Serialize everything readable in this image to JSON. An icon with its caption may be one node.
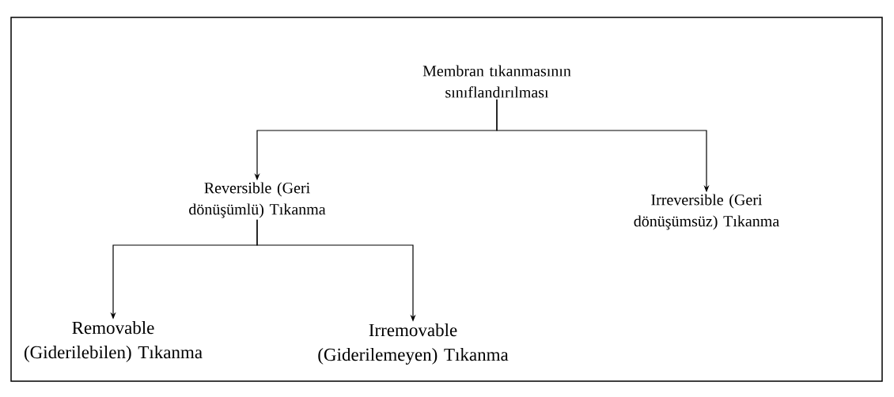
{
  "diagram": {
    "nodes": [
      {
        "text": [
          "Membran tıkanmasının sınıflandırılması"
        ]
      },
      {
        "text": [
          "Reversible (Geri dönüşümlü) Tıkanma"
        ]
      },
      {
        "text": [
          "Irreversible (Geri dönüşümsüz) Tıkanma"
        ]
      },
      {
        "text": [
          "Removable (Giderilebilen) Tıkanma"
        ]
      },
      {
        "text": [
          "Irremovable (Giderilemeyen) Tıkanma"
        ]
      }
    ],
    "edges": [
      {
        "from": 0,
        "to": 1,
        "arrow": "to"
      },
      {
        "from": 0,
        "to": 2,
        "arrow": "to"
      },
      {
        "from": 1,
        "to": 3,
        "arrow": "to"
      },
      {
        "from": 1,
        "to": 4,
        "arrow": "to"
      }
    ]
  }
}
